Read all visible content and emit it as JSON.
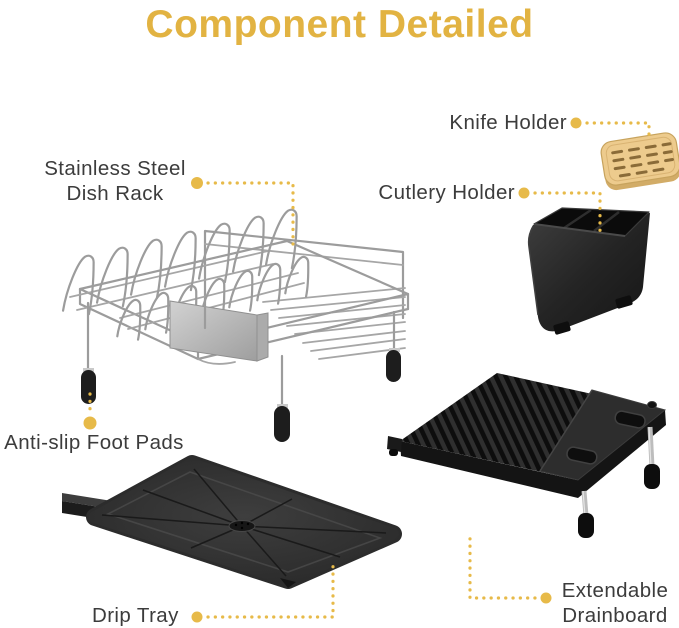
{
  "title": "Component Detailed",
  "colors": {
    "accent_gold": "#E2B342",
    "connector_gold": "#E7BA49",
    "label_text": "#3C3C3C",
    "steel_wire": "#9C9C9C",
    "plastic_black": "#262626",
    "bamboo": "#EDCB8D",
    "background": "#FFFFFF"
  },
  "callouts": {
    "knife_holder": {
      "label": "Knife Holder"
    },
    "dish_rack": {
      "label_line1": "Stainless Steel",
      "label_line2": "Dish Rack"
    },
    "cutlery_holder": {
      "label": "Cutlery Holder"
    },
    "foot_pads": {
      "label": "Anti-slip Foot Pads"
    },
    "drip_tray": {
      "label": "Drip Tray"
    },
    "drainboard": {
      "label_line1": "Extendable",
      "label_line2": "Drainboard"
    }
  }
}
